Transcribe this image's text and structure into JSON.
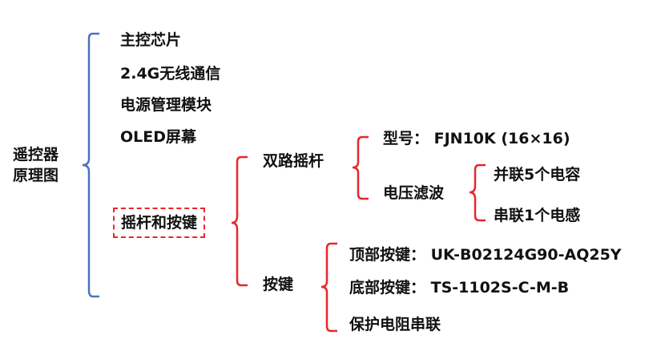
{
  "root": {
    "line1": "遥控器",
    "line2": "原理图"
  },
  "level1": {
    "main_chip": "主控芯片",
    "wireless": "2.4G无线通信",
    "power_module": "电源管理模块",
    "oled": "OLED屏幕",
    "joystick_and_keys": "摇杆和按键"
  },
  "joystick_group": {
    "dual_joystick": "双路摇杆",
    "keys": "按键"
  },
  "dual_joystick": {
    "model": "型号：  FJN10K (16×16)",
    "voltage_filter": "电压滤波"
  },
  "voltage_filter": {
    "parallel_caps": "并联5个电容",
    "series_inductor": "串联1个电感"
  },
  "keys": {
    "top_keys": "顶部按键：  UK-B02124G90-AQ25Y",
    "bottom_keys": "底部按键：  TS-1102S-C-M-B",
    "protect_resistor": "保护电阻串联"
  },
  "colors": {
    "blue_bracket": "#4a72c4",
    "red_bracket": "#e8262a",
    "text": "#111111"
  }
}
